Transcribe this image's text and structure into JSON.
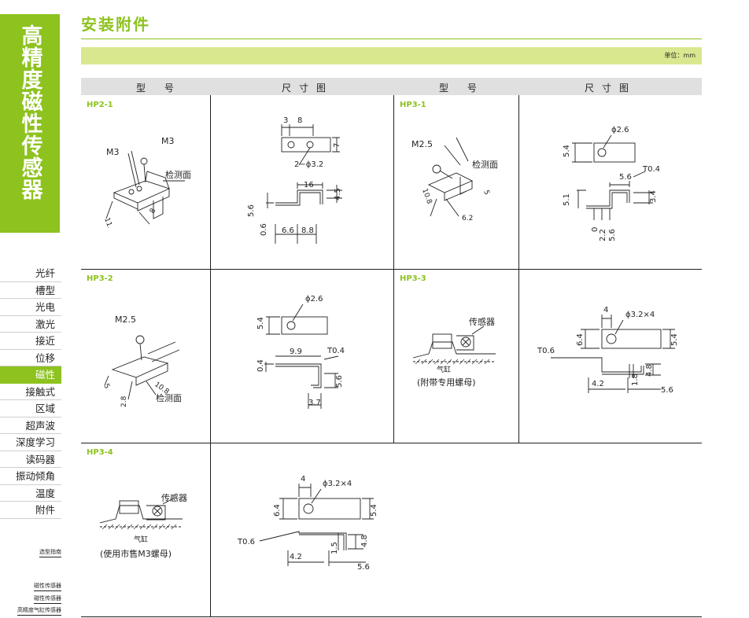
{
  "sidebar": {
    "title": "高精度磁性传感器",
    "nav_items": [
      "光纤",
      "槽型",
      "光电",
      "激光",
      "接近",
      "位移",
      "磁性",
      "接触式",
      "区域",
      "超声波",
      "深度学习",
      "读码器",
      "振动倾角",
      "温度",
      "附件"
    ],
    "active_index": 6,
    "guide_link": "选型指南",
    "footer_links": [
      "磁性传感器",
      "磁性传感器",
      "高精度气缸传感器"
    ]
  },
  "page": {
    "title": "安装附件",
    "unit": "单位：mm",
    "col_model": "型 号",
    "col_dim": "尺寸图"
  },
  "accent_color": "#8dc21f",
  "items": [
    {
      "model": "HP2-1",
      "labels": {
        "m3a": "M3",
        "m3b": "M3",
        "detect": "检测面",
        "d1": "11.8",
        "d2": "8"
      },
      "dims": {
        "a": "3",
        "b": "8",
        "h": "7",
        "hole": "2−ϕ3.2",
        "w": "16",
        "t": "4.5",
        "s": "5.6",
        "o": "0.6",
        "p": "6.6",
        "q": "8.8"
      }
    },
    {
      "model": "HP3-1",
      "labels": {
        "m": "M2.5",
        "detect": "检测面",
        "d1": "10.8",
        "d2": "5",
        "d3": "6.2"
      },
      "dims": {
        "hole": "ϕ2.6",
        "h": "5.4",
        "w": "5.6",
        "t": "T0.4",
        "a": "5.1",
        "b": "3.4",
        "c": "0",
        "d": "2.2",
        "e": "5.6"
      }
    },
    {
      "model": "HP3-2",
      "labels": {
        "m": "M2.5",
        "d1": "5",
        "d2": "10.8",
        "d3": "2.8",
        "detect": "检测面"
      },
      "dims": {
        "hole": "ϕ2.6",
        "h": "5.4",
        "w": "9.9",
        "t": "T0.4",
        "a": "0.4",
        "b": "5.6",
        "c": "3.7"
      }
    },
    {
      "model": "HP3-3",
      "labels": {
        "sensor": "传感器",
        "cyl": "气缸",
        "note": "(附带专用螺母)"
      },
      "dims": {
        "a": "4",
        "hole": "ϕ3.2×4",
        "h": "6.4",
        "h2": "5.4",
        "t": "T0.6",
        "b": "1.8",
        "c": "4.8",
        "d": "4.2",
        "e": "5.6"
      }
    },
    {
      "model": "HP3-4",
      "labels": {
        "sensor": "传感器",
        "cyl": "气缸",
        "note": "(使用市售M3螺母)"
      },
      "dims": {
        "a": "4",
        "hole": "ϕ3.2×4",
        "h": "6.4",
        "h2": "5.4",
        "t": "T0.6",
        "b": "1.5",
        "c": "4.8",
        "d": "4.2",
        "e": "5.6"
      }
    }
  ]
}
